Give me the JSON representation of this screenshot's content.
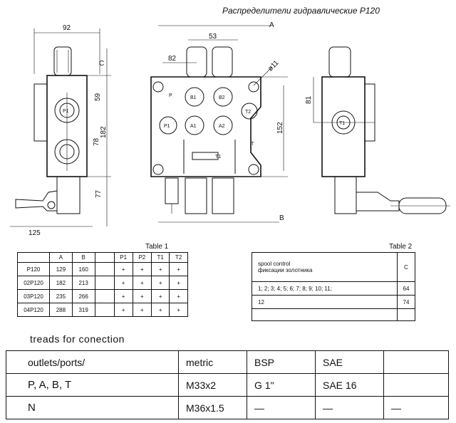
{
  "title": "Распределители гидравлические Р120",
  "dims": {
    "w92": "92",
    "c": "C",
    "d59": "59",
    "d182": "182",
    "d78": "78",
    "d77": "77",
    "d125": "125",
    "d53": "53",
    "d82": "82",
    "phi11": "ø11",
    "d81": "81",
    "d152": "152",
    "secA": "A",
    "secB": "B"
  },
  "ports": {
    "p": "P",
    "b1": "B1",
    "b2": "B2",
    "t2": "T2",
    "p1": "P1",
    "a1": "A1",
    "a2": "A2",
    "t": "T",
    "t1": "T1",
    "t1side": "T1"
  },
  "table1": {
    "caption": "Table 1",
    "headers": [
      "",
      "A",
      "B",
      "",
      "P1",
      "P2",
      "T1",
      "T2"
    ],
    "rows": [
      [
        "P120",
        "129",
        "160",
        "",
        "+",
        "+",
        "+",
        "+"
      ],
      [
        "02P120",
        "182",
        "213",
        "",
        "+",
        "+",
        "+",
        "+"
      ],
      [
        "03P120",
        "235",
        "266",
        "",
        "+",
        "+",
        "+",
        "+"
      ],
      [
        "04P120",
        "288",
        "319",
        "",
        "+",
        "+",
        "+",
        "+"
      ]
    ]
  },
  "table2": {
    "caption": "Table 2",
    "header_line1": "spool control",
    "header_line2": "фиксации золотника",
    "header_c": "C",
    "rows": [
      [
        "1;  2;  3;  4;  5;  6;  7;  8;  9;  10;  11;",
        "64"
      ],
      [
        "12",
        "74"
      ],
      [
        "",
        ""
      ]
    ]
  },
  "threads": {
    "caption": "treads for conection",
    "headers": [
      "outlets/ports/",
      "metric",
      "BSP",
      "SAE",
      ""
    ],
    "rows": [
      [
        "P,  A,  B,  T",
        "M33x2",
        "G 1\"",
        "SAE 16",
        ""
      ],
      [
        "N",
        "M36x1.5",
        "—",
        "—",
        "—"
      ]
    ]
  }
}
